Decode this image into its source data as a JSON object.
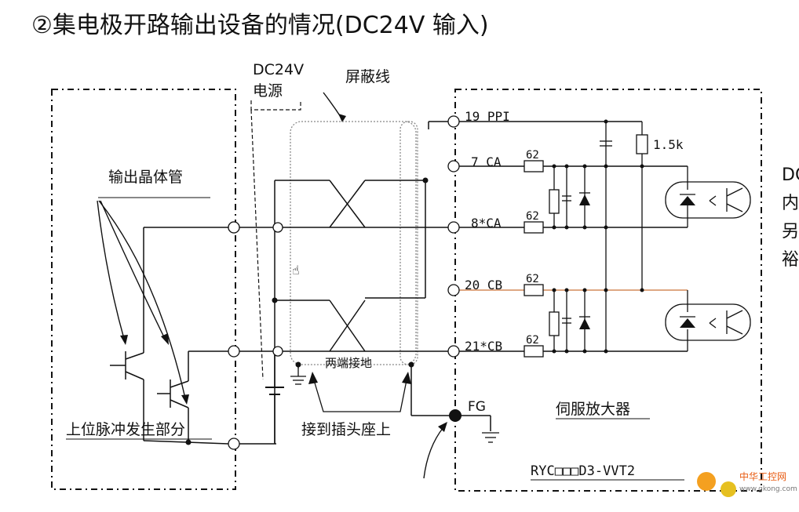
{
  "title": "②集电极开路输出设备的情况(DC24V 输入)",
  "labels": {
    "dc24v": "DC24V",
    "power": "电源",
    "shield": "屏蔽线",
    "transistor": "输出晶体管",
    "pulse_unit": "上位脉冲发生部分",
    "both_ends_ground": "两端接地",
    "connector": "接到插头座上",
    "fg": "FG",
    "amplifier": "伺服放大器",
    "model": "RYC□□□D3-VVT2",
    "resistor": "1.5k"
  },
  "pins": [
    {
      "num": "19",
      "name": "PPI"
    },
    {
      "num": "7",
      "name": "CA"
    },
    {
      "num": "8",
      "name": "*CA"
    },
    {
      "num": "20",
      "name": "CB"
    },
    {
      "num": "21",
      "name": "*CB"
    }
  ],
  "resistor_value": "62",
  "right_edge_text": [
    "DC",
    "内",
    "另",
    "裕"
  ],
  "watermark": {
    "main": "中华工控网",
    "sub": "www.gkong.com"
  },
  "colors": {
    "line": "#111111",
    "cb_wire": "#d48a5a",
    "shield": "#888888"
  }
}
